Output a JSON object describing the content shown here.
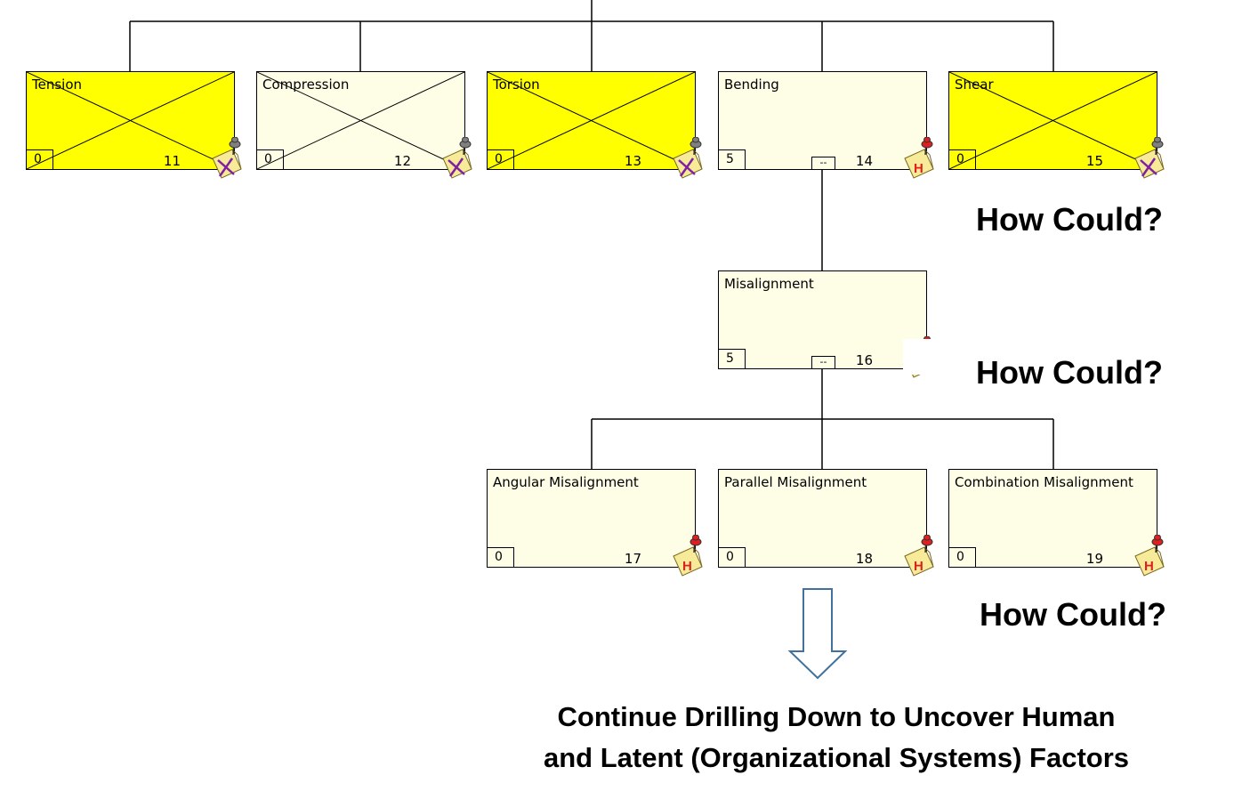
{
  "nodes": [
    {
      "key": "tension",
      "title": "Tension",
      "count": "0",
      "id": "11",
      "style": "yellow",
      "crossed": true,
      "note": "pin-grey-crossed",
      "expander": ""
    },
    {
      "key": "compression",
      "title": "Compression",
      "count": "0",
      "id": "12",
      "style": "pale",
      "crossed": true,
      "note": "pin-grey-crossed",
      "expander": ""
    },
    {
      "key": "torsion",
      "title": "Torsion",
      "count": "0",
      "id": "13",
      "style": "yellow",
      "crossed": true,
      "note": "pin-grey-crossed",
      "expander": ""
    },
    {
      "key": "bending",
      "title": "Bending",
      "count": "5",
      "id": "14",
      "style": "pale",
      "crossed": false,
      "note": "pin-red-h",
      "expander": "--"
    },
    {
      "key": "shear",
      "title": "Shear",
      "count": "0",
      "id": "15",
      "style": "yellow",
      "crossed": true,
      "note": "pin-grey-crossed",
      "expander": ""
    },
    {
      "key": "misalignment",
      "title": "Misalignment",
      "count": "5",
      "id": "16",
      "style": "pale",
      "crossed": false,
      "note": "pin-red-partial",
      "expander": "--"
    },
    {
      "key": "angular-misalignment",
      "title": "Angular Misalignment",
      "count": "0",
      "id": "17",
      "style": "pale",
      "crossed": false,
      "note": "pin-red-h",
      "expander": ""
    },
    {
      "key": "parallel-misalignment",
      "title": "Parallel Misalignment",
      "count": "0",
      "id": "18",
      "style": "pale",
      "crossed": false,
      "note": "pin-red-h",
      "expander": ""
    },
    {
      "key": "combination-misalignment",
      "title": "Combination Misalignment",
      "count": "0",
      "id": "19",
      "style": "pale",
      "crossed": false,
      "note": "pin-red-h",
      "expander": ""
    }
  ],
  "how_could": [
    "How Could?",
    "How Could?",
    "How Could?"
  ],
  "caption": {
    "line1": "Continue Drilling Down to Uncover Human",
    "line2": "and Latent (Organizational Systems) Factors"
  },
  "colors": {
    "yellow_fill": "#ffff00",
    "pale_fill": "#fefde6",
    "line": "#000000",
    "arrow_stroke": "#41719c",
    "note_red": "#e02020",
    "cross_purple": "#8020a0"
  }
}
